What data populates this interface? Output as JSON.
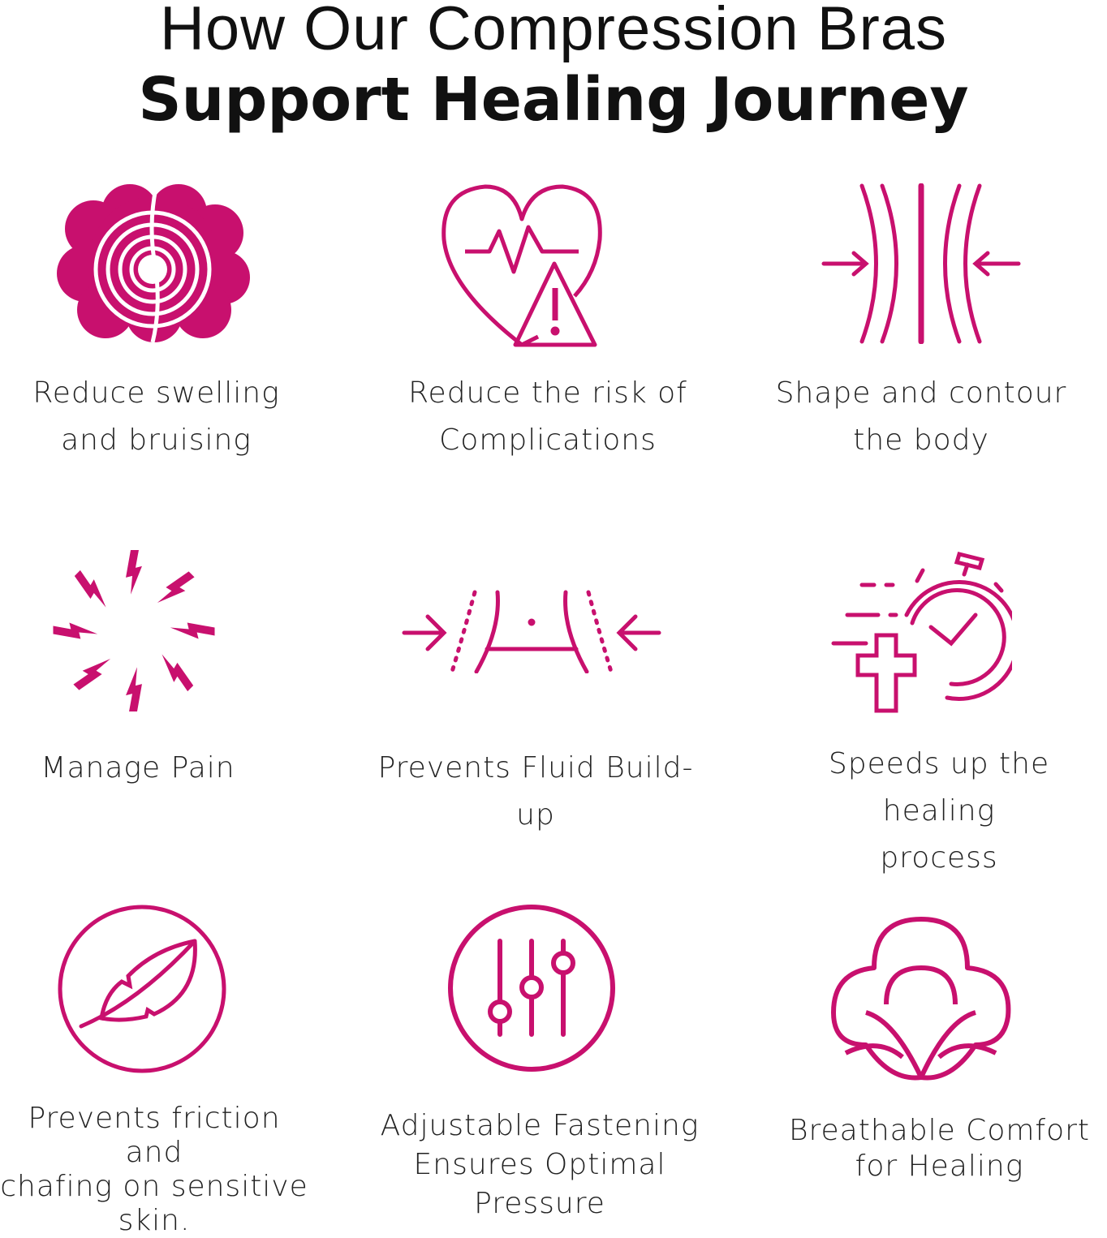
{
  "title": {
    "line1": "How Our Compression Bras",
    "line2": "Support Healing Journey"
  },
  "accent_color": "#c8106e",
  "items": [
    {
      "icon": "brain-maze-icon",
      "lines": [
        "Reduce swelling",
        "and bruising"
      ]
    },
    {
      "icon": "heart-warning-icon",
      "lines": [
        "Reduce the risk of",
        "Complications"
      ]
    },
    {
      "icon": "compression-arrows-icon",
      "lines": [
        "Shape and contour",
        "the body"
      ]
    },
    {
      "icon": "pain-burst-icon",
      "lines": [
        "Manage Pain"
      ]
    },
    {
      "icon": "waist-arrows-icon",
      "lines": [
        "Prevents Fluid Build-",
        "up"
      ]
    },
    {
      "icon": "stopwatch-cross-icon",
      "lines": [
        "Speeds up the healing",
        "process"
      ]
    },
    {
      "icon": "feather-icon",
      "lines": [
        "Prevents friction and",
        "chafing on sensitive",
        "skin."
      ]
    },
    {
      "icon": "sliders-icon",
      "lines": [
        "Adjustable Fastening",
        "Ensures Optimal",
        "Pressure"
      ]
    },
    {
      "icon": "cotton-icon",
      "lines": [
        "Breathable Comfort",
        "for Healing"
      ]
    }
  ]
}
